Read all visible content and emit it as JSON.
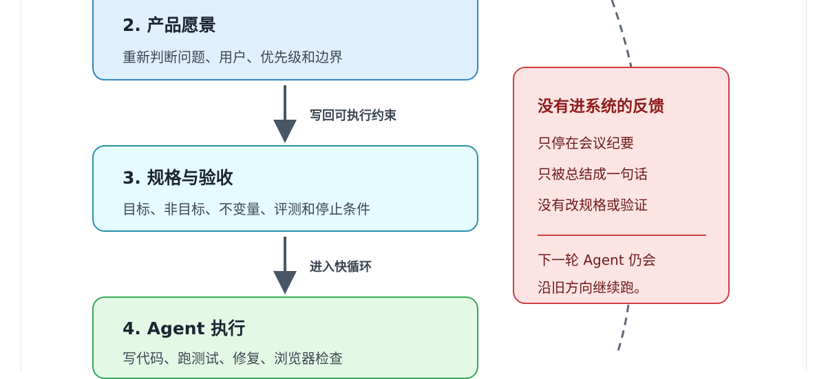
{
  "steps": [
    {
      "title": "2. 产品愿景",
      "desc": "重新判断问题、用户、优先级和边界"
    },
    {
      "title": "3. 规格与验收",
      "desc": "目标、非目标、不变量、评测和停止条件"
    },
    {
      "title": "4. Agent 执行",
      "desc": "写代码、跑测试、修复、浏览器检查"
    }
  ],
  "arrows": [
    {
      "label": "写回可执行约束"
    },
    {
      "label": "进入快循环"
    }
  ],
  "feedback": {
    "title": "没有进系统的反馈",
    "items": [
      "只停在会议纪要",
      "只被总结成一句话",
      "没有改规格或验证"
    ],
    "consequence": [
      "下一轮 Agent 仍会",
      "沿旧方向继续跑。"
    ]
  },
  "colors": {
    "arrow": "#4a5566",
    "dashed_line": "#5b6675",
    "feedback_border": "#cf3d3d"
  }
}
